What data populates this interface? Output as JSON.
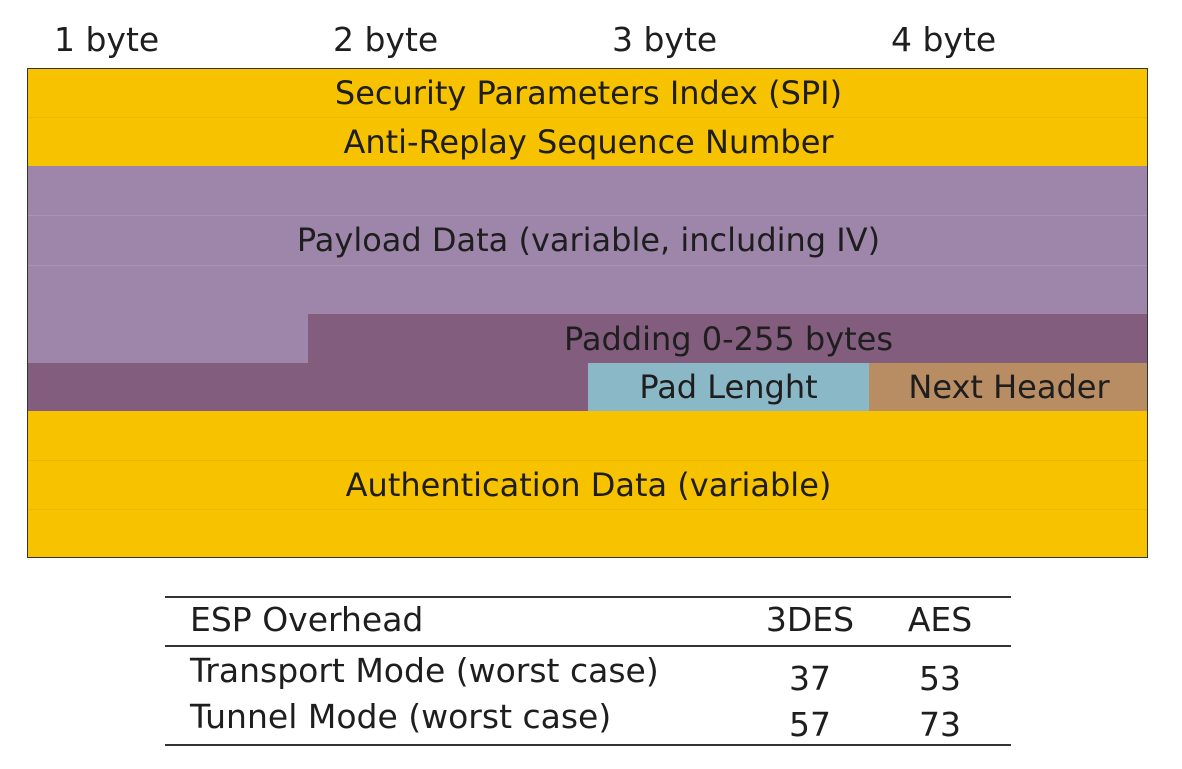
{
  "byte_labels": [
    "1 byte",
    "2 byte",
    "3 byte",
    "4 byte"
  ],
  "fields": {
    "spi": "Security Parameters Index (SPI)",
    "sequence": "Anti-Replay Sequence Number",
    "payload": "Payload Data (variable, including IV)",
    "padding": "Padding 0-255 bytes",
    "pad_length": "Pad Lenght",
    "next_header": "Next Header",
    "auth": "Authentication Data (variable)"
  },
  "colors": {
    "header_and_auth": "#f7c200",
    "payload": "#9e86ab",
    "padding": "#835d7e",
    "pad_length": "#8ab8c6",
    "next_header": "#b98d63"
  },
  "overhead_table": {
    "headers": [
      "ESP Overhead",
      "3DES",
      "AES"
    ],
    "rows": [
      [
        "Transport Mode (worst case)",
        "37",
        "53"
      ],
      [
        "Tunnel Mode (worst case)",
        "57",
        "73"
      ]
    ]
  }
}
